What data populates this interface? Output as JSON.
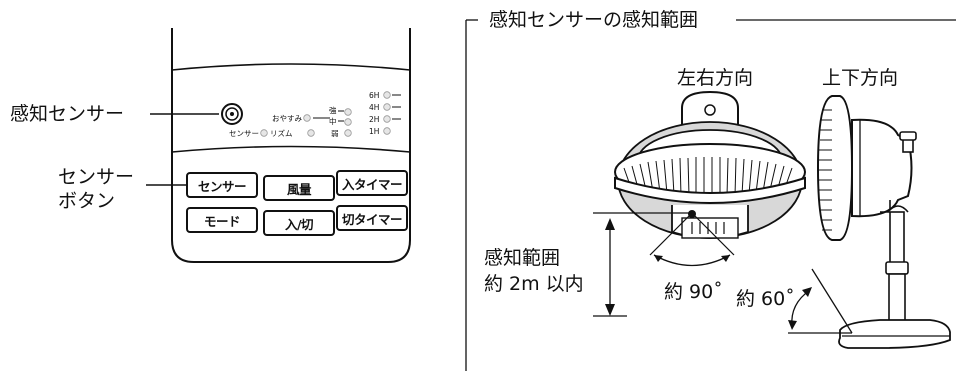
{
  "left_labels": {
    "sensor": "感知センサー",
    "sensor_button_line1": "センサー",
    "sensor_button_line2": "ボタン"
  },
  "panel": {
    "buttons": [
      "センサー",
      "風量",
      "入タイマー",
      "モード",
      "入/切",
      "切タイマー"
    ],
    "indicators": {
      "sleep": "おやすみ",
      "sensor": "センサー",
      "rhythm": "リズム",
      "strong": "強",
      "medium": "中",
      "weak": "弱",
      "timer_6h": "6H",
      "timer_4h": "4H",
      "timer_2h": "2H",
      "timer_1h": "1H"
    }
  },
  "range": {
    "title": "感知センサーの感知範囲",
    "lr_label": "左右方向",
    "ud_label": "上下方向",
    "distance_line1": "感知範囲",
    "distance_line2": "約 2m 以内",
    "angle_lr": "約 90˚",
    "angle_ud": "約 60˚"
  }
}
